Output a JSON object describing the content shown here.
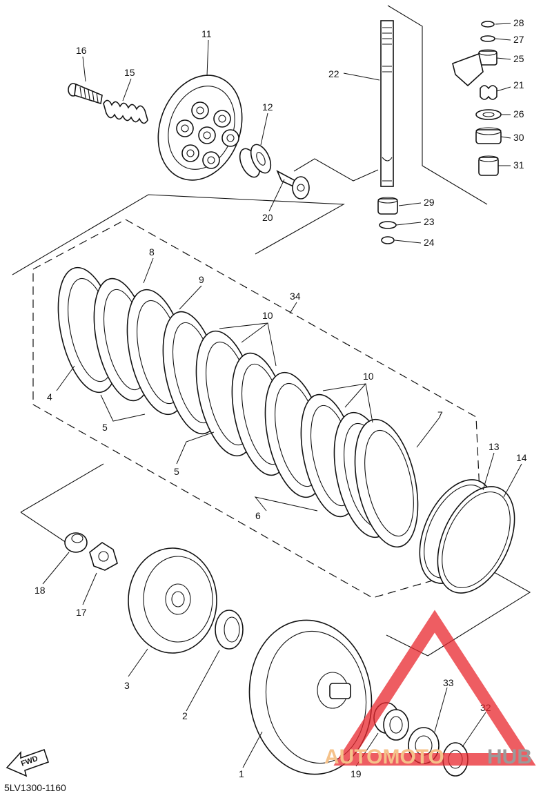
{
  "diagram_code": "5LV1300-1160",
  "fwd_label": "FWD",
  "watermark": {
    "part1": "AUTOMOTO",
    "part2": "HUB",
    "color_logo": "#e8272d",
    "color_text1": "#f5c28a",
    "color_text2": "#9a9a9a"
  },
  "labels": {
    "p1": "1",
    "p2": "2",
    "p3": "3",
    "p4": "4",
    "p5a": "5",
    "p5b": "5",
    "p6": "6",
    "p7": "7",
    "p8": "8",
    "p9": "9",
    "p10a": "10",
    "p10b": "10",
    "p11": "11",
    "p12": "12",
    "p13": "13",
    "p14": "14",
    "p15": "15",
    "p16": "16",
    "p17": "17",
    "p18": "18",
    "p19": "19",
    "p20": "20",
    "p21": "21",
    "p22": "22",
    "p23": "23",
    "p24": "24",
    "p25": "25",
    "p26": "26",
    "p27": "27",
    "p28": "28",
    "p29": "29",
    "p30": "30",
    "p31": "31",
    "p32": "32",
    "p33": "33",
    "p34": "34"
  }
}
